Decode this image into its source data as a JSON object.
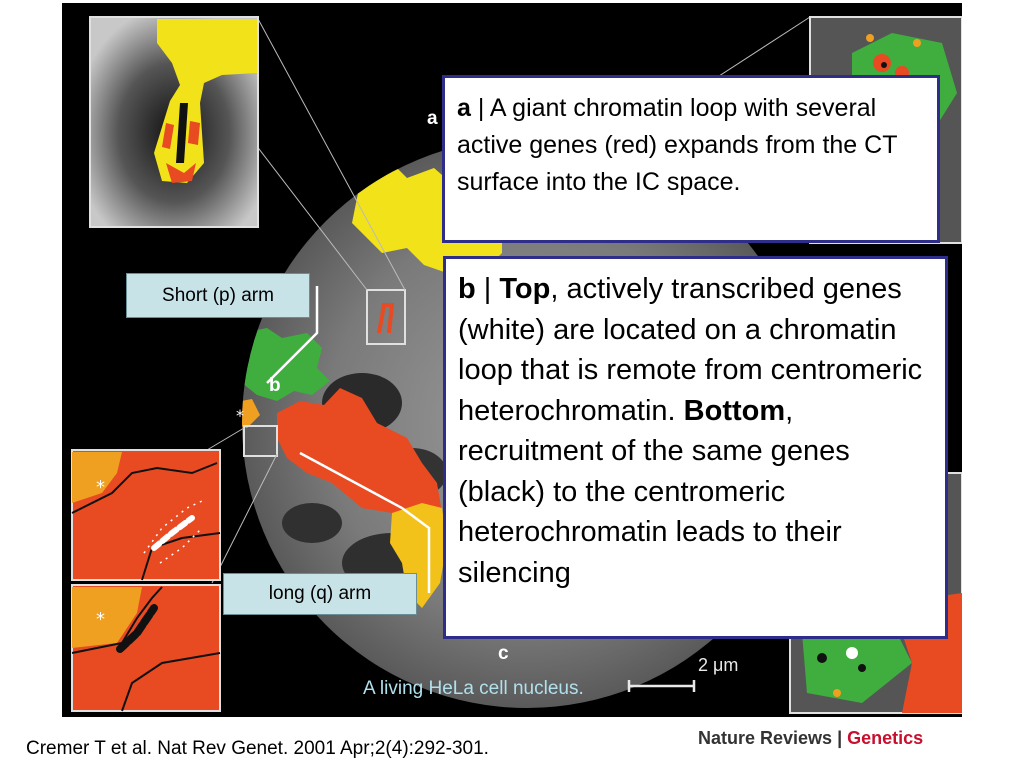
{
  "figure": {
    "panel_letters": {
      "a": "a",
      "b": "b",
      "c": "c"
    },
    "nucleus_caption": "A living HeLa cell nucleus.",
    "scale_bar": "2 μm",
    "colors": {
      "background": "#000000",
      "chromatin_yellow": "#f2e21a",
      "chromatin_green": "#3fae3f",
      "chromatin_red": "#e84a22",
      "asterisk_orange": "#f0a020",
      "callout_border": "#2e2e8a",
      "label_fill": "#c8e3e8"
    },
    "icons": [
      "asterisk-icon"
    ]
  },
  "callouts": {
    "a": {
      "letter": "a",
      "separator": " | ",
      "text": "A giant chromatin loop with several active genes (red) expands from the CT surface into the IC space."
    },
    "b": {
      "letter": "b",
      "separator": " | ",
      "top_label": "Top",
      "top_text": ", actively transcribed genes (white) are located on a chromatin loop that is remote from centromeric heterochromatin. ",
      "bottom_label": "Bottom",
      "bottom_text": ", recruitment of the same genes (black) to the centromeric heterochromatin leads to their silencing"
    }
  },
  "labels": {
    "short_arm": "Short (p) arm",
    "long_arm": "long (q) arm"
  },
  "footer": {
    "citation": "Cremer T et al. Nat Rev Genet. 2001 Apr;2(4):292-301.",
    "journal_name": "Nature Reviews",
    "journal_separator": " | ",
    "journal_section": "Genetics"
  }
}
